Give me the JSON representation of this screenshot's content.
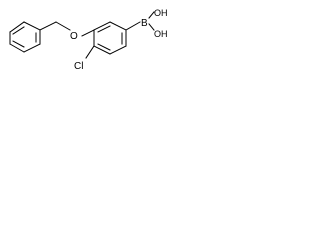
{
  "molecule": {
    "atoms": {
      "oxygen": "O",
      "chlorine": "Cl",
      "boron": "B",
      "hydroxyl_top": "OH",
      "hydroxyl_bottom": "OH"
    },
    "colors": {
      "ink": "#000000",
      "background": "#ffffff"
    }
  }
}
